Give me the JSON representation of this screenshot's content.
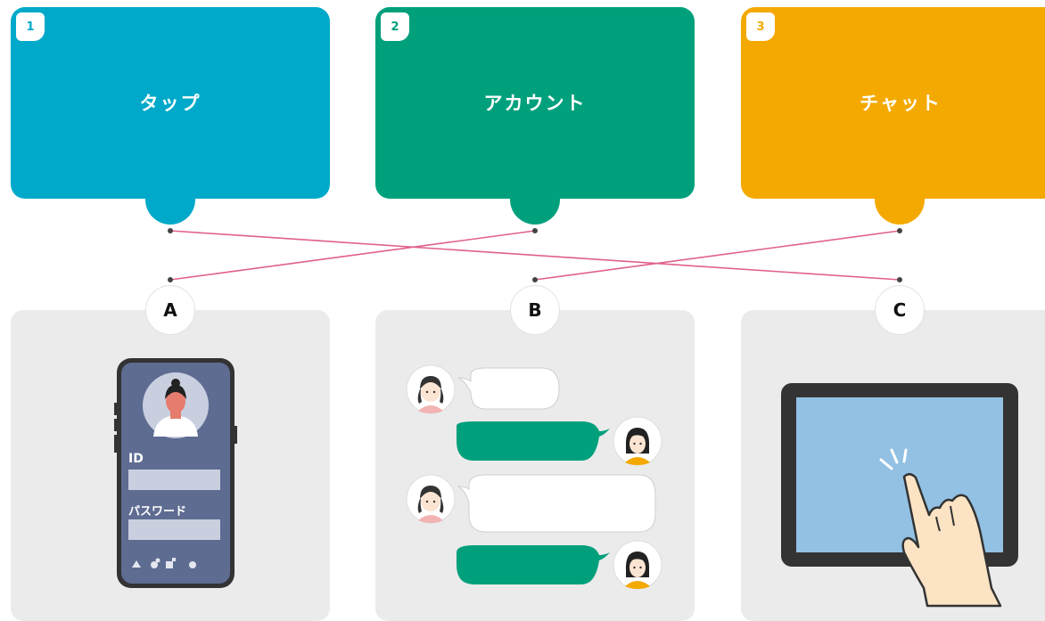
{
  "colors": {
    "card1": "#00a9c9",
    "card2": "#00a07c",
    "card3": "#f4a900",
    "line": "#e0608a",
    "panel": "#ebebeb",
    "bubble_green": "#00a07c"
  },
  "cards": [
    {
      "number": "1",
      "title": "タップ"
    },
    {
      "number": "2",
      "title": "アカウント"
    },
    {
      "number": "3",
      "title": "チャット"
    }
  ],
  "badges": [
    "A",
    "B",
    "C"
  ],
  "phone": {
    "id_label": "ID",
    "password_label": "パスワード"
  },
  "connections": [
    {
      "from": "1",
      "to": "C"
    },
    {
      "from": "2",
      "to": "A"
    },
    {
      "from": "3",
      "to": "B"
    }
  ]
}
